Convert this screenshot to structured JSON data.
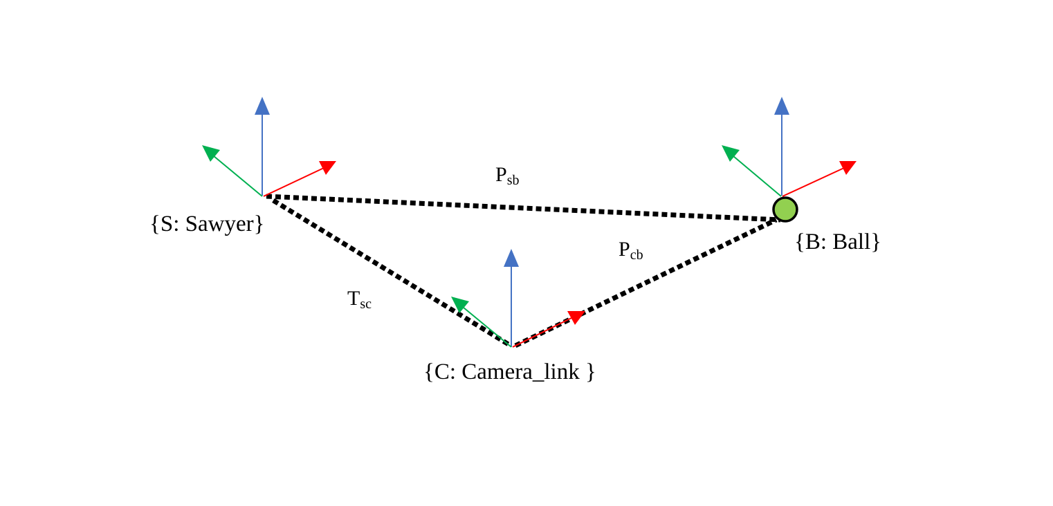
{
  "frames": {
    "sawyer": {
      "label": "{S: Sawyer}"
    },
    "ball": {
      "label": "{B: Ball}"
    },
    "camera": {
      "label": "{C: Camera_link }"
    }
  },
  "relations": {
    "psb": {
      "symbol": "P",
      "subscript": "sb"
    },
    "pcb": {
      "symbol": "P",
      "subscript": "cb"
    },
    "tsc": {
      "symbol": "T",
      "subscript": "sc"
    }
  },
  "colors": {
    "z_axis": "#4472c4",
    "x_axis": "#ff0000",
    "y_axis": "#00b050",
    "link_line": "#000000",
    "ball_fill": "#92d050",
    "ball_stroke": "#000000"
  }
}
